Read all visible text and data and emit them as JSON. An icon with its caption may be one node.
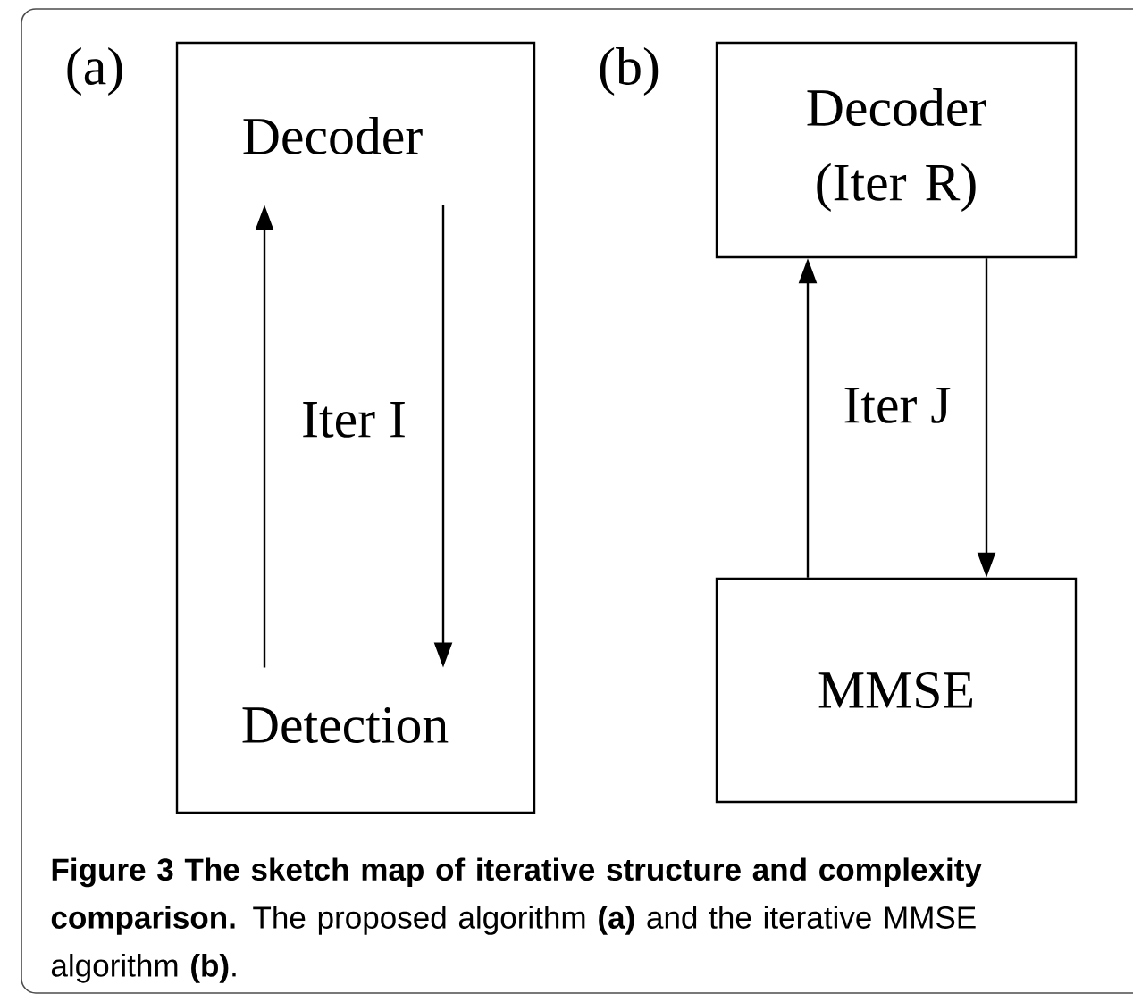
{
  "diagram": {
    "caption": "**Figure 3 The sketch map of iterative structure and complexity comparison.** The proposed algorithm **(a)** and the iterative MMSE algorithm **(b)**.",
    "nodes": [
      {
        "text": [],
        "shape": "box"
      },
      {
        "text": [
          "Decoder"
        ],
        "in": 0
      },
      {
        "text": [
          "Detection"
        ],
        "in": 0
      },
      {
        "text": [
          "Decoder (Iter R)"
        ]
      },
      {
        "text": [
          "MMSE"
        ]
      }
    ],
    "edges": [
      {
        "from": 2,
        "to": 1,
        "arrow": "to"
      },
      {
        "from": 1,
        "to": 2,
        "arrow": "to"
      },
      {
        "from": 4,
        "to": 3,
        "arrow": "to"
      },
      {
        "from": 3,
        "to": 4,
        "arrow": "to"
      }
    ],
    "labels": [
      "(a)",
      "Iter I",
      "(b)",
      "Iter J"
    ]
  }
}
